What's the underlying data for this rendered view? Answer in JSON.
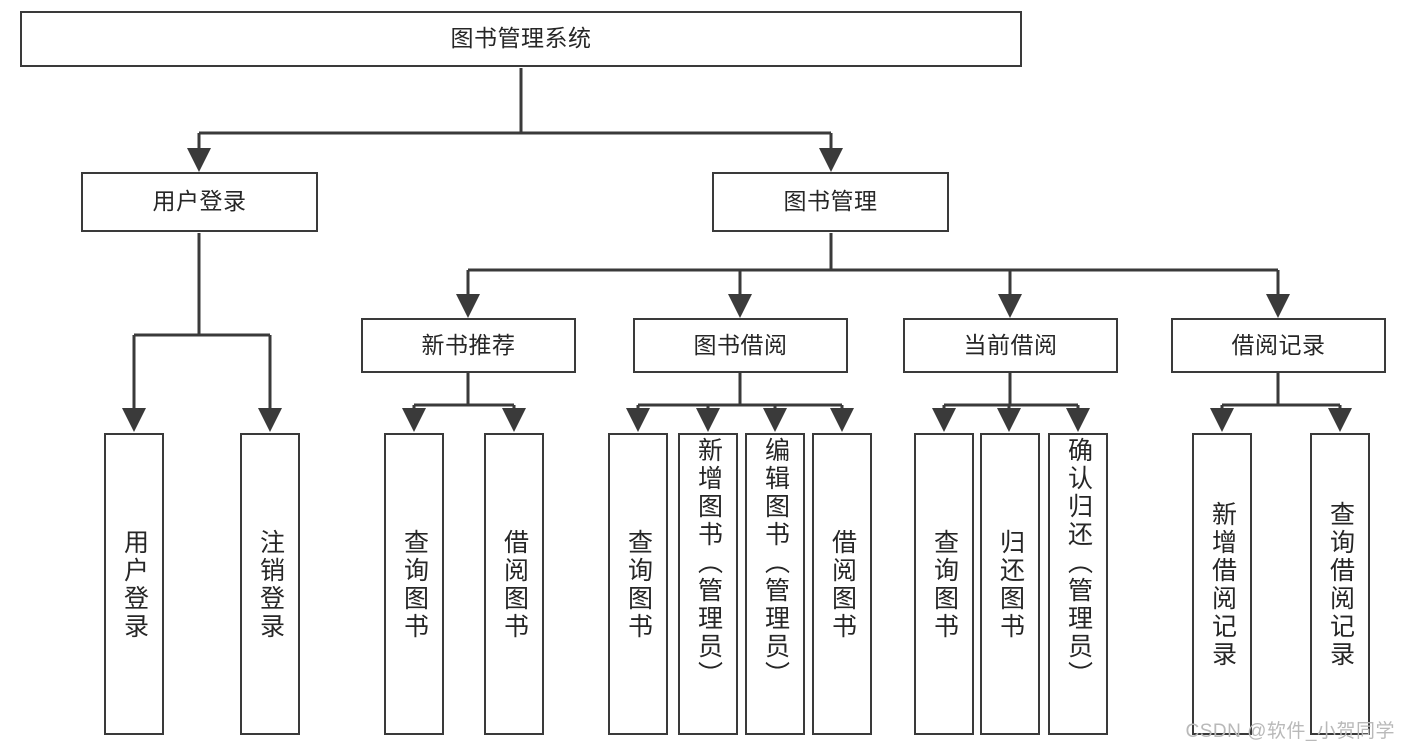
{
  "diagram": {
    "title": "图书管理系统",
    "watermark": "CSDN @软件_小贺同学",
    "colors": {
      "box_border": "#3a3a3a",
      "text": "#262626",
      "connector": "#3a3a3a",
      "background": "#ffffff",
      "watermark": "#b9b9b9"
    },
    "nodes": {
      "root": "图书管理系统",
      "user_login": "用户登录",
      "book_manage": "图书管理",
      "new_book_recommend": "新书推荐",
      "book_borrow": "图书借阅",
      "current_borrow": "当前借阅",
      "borrow_record": "借阅记录",
      "leaf_user_login": "用户登录",
      "leaf_logout_login": "注销登录",
      "leaf_query_book_1": "查询图书",
      "leaf_borrow_book_1": "借阅图书",
      "leaf_query_book_2": "查询图书",
      "leaf_add_book_admin": "新增图书（管理员）",
      "leaf_edit_book_admin": "编辑图书（管理员）",
      "leaf_borrow_book_2": "借阅图书",
      "leaf_query_book_3": "查询图书",
      "leaf_return_book": "归还图书",
      "leaf_confirm_return_admin": "确认归还（管理员）",
      "leaf_add_borrow_record": "新增借阅记录",
      "leaf_query_borrow_record": "查询借阅记录"
    }
  }
}
